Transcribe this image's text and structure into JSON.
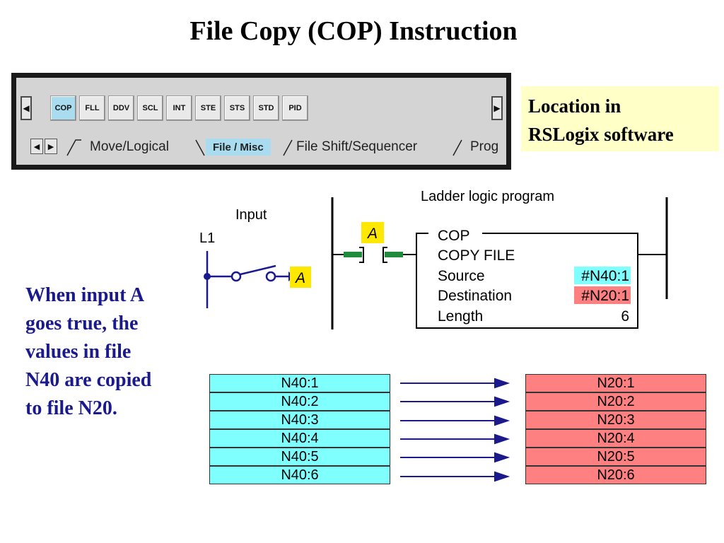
{
  "title": "File Copy (COP) Instruction",
  "toolbar": {
    "instructions": [
      "COP",
      "FLL",
      "DDV",
      "SCL",
      "INT",
      "STE",
      "STS",
      "STD",
      "PID"
    ],
    "active_instruction": "COP",
    "tabs": [
      "Move/Logical",
      "File / Misc",
      "File Shift/Sequencer",
      "Prog"
    ],
    "active_tab": "File / Misc"
  },
  "location_note": {
    "line1": "Location in",
    "line2": "RSLogix software"
  },
  "ladder": {
    "heading": "Ladder logic program",
    "input_label": "Input",
    "rail_label": "L1",
    "switch_tag": "A",
    "contact_tag": "A",
    "block": {
      "title": "COP",
      "subtitle": "COPY FILE",
      "source_label": "Source",
      "source_value": "#N40:1",
      "dest_label": "Destination",
      "dest_value": "#N20:1",
      "length_label": "Length",
      "length_value": "6"
    }
  },
  "description": [
    "When input A",
    "goes true, the",
    "values in file",
    "N40 are copied",
    "to file N20."
  ],
  "source_file": [
    "N40:1",
    "N40:2",
    "N40:3",
    "N40:4",
    "N40:5",
    "N40:6"
  ],
  "dest_file": [
    "N20:1",
    "N20:2",
    "N20:3",
    "N20:4",
    "N20:5",
    "N20:6"
  ],
  "colors": {
    "source": "#80ffff",
    "destination": "#ff8080",
    "highlight_tag": "#ffe800",
    "contact_green": "#1e8c3c",
    "arrow": "#1a1a8c",
    "active_button": "#a9dcef",
    "note_bg": "#ffffc8"
  }
}
